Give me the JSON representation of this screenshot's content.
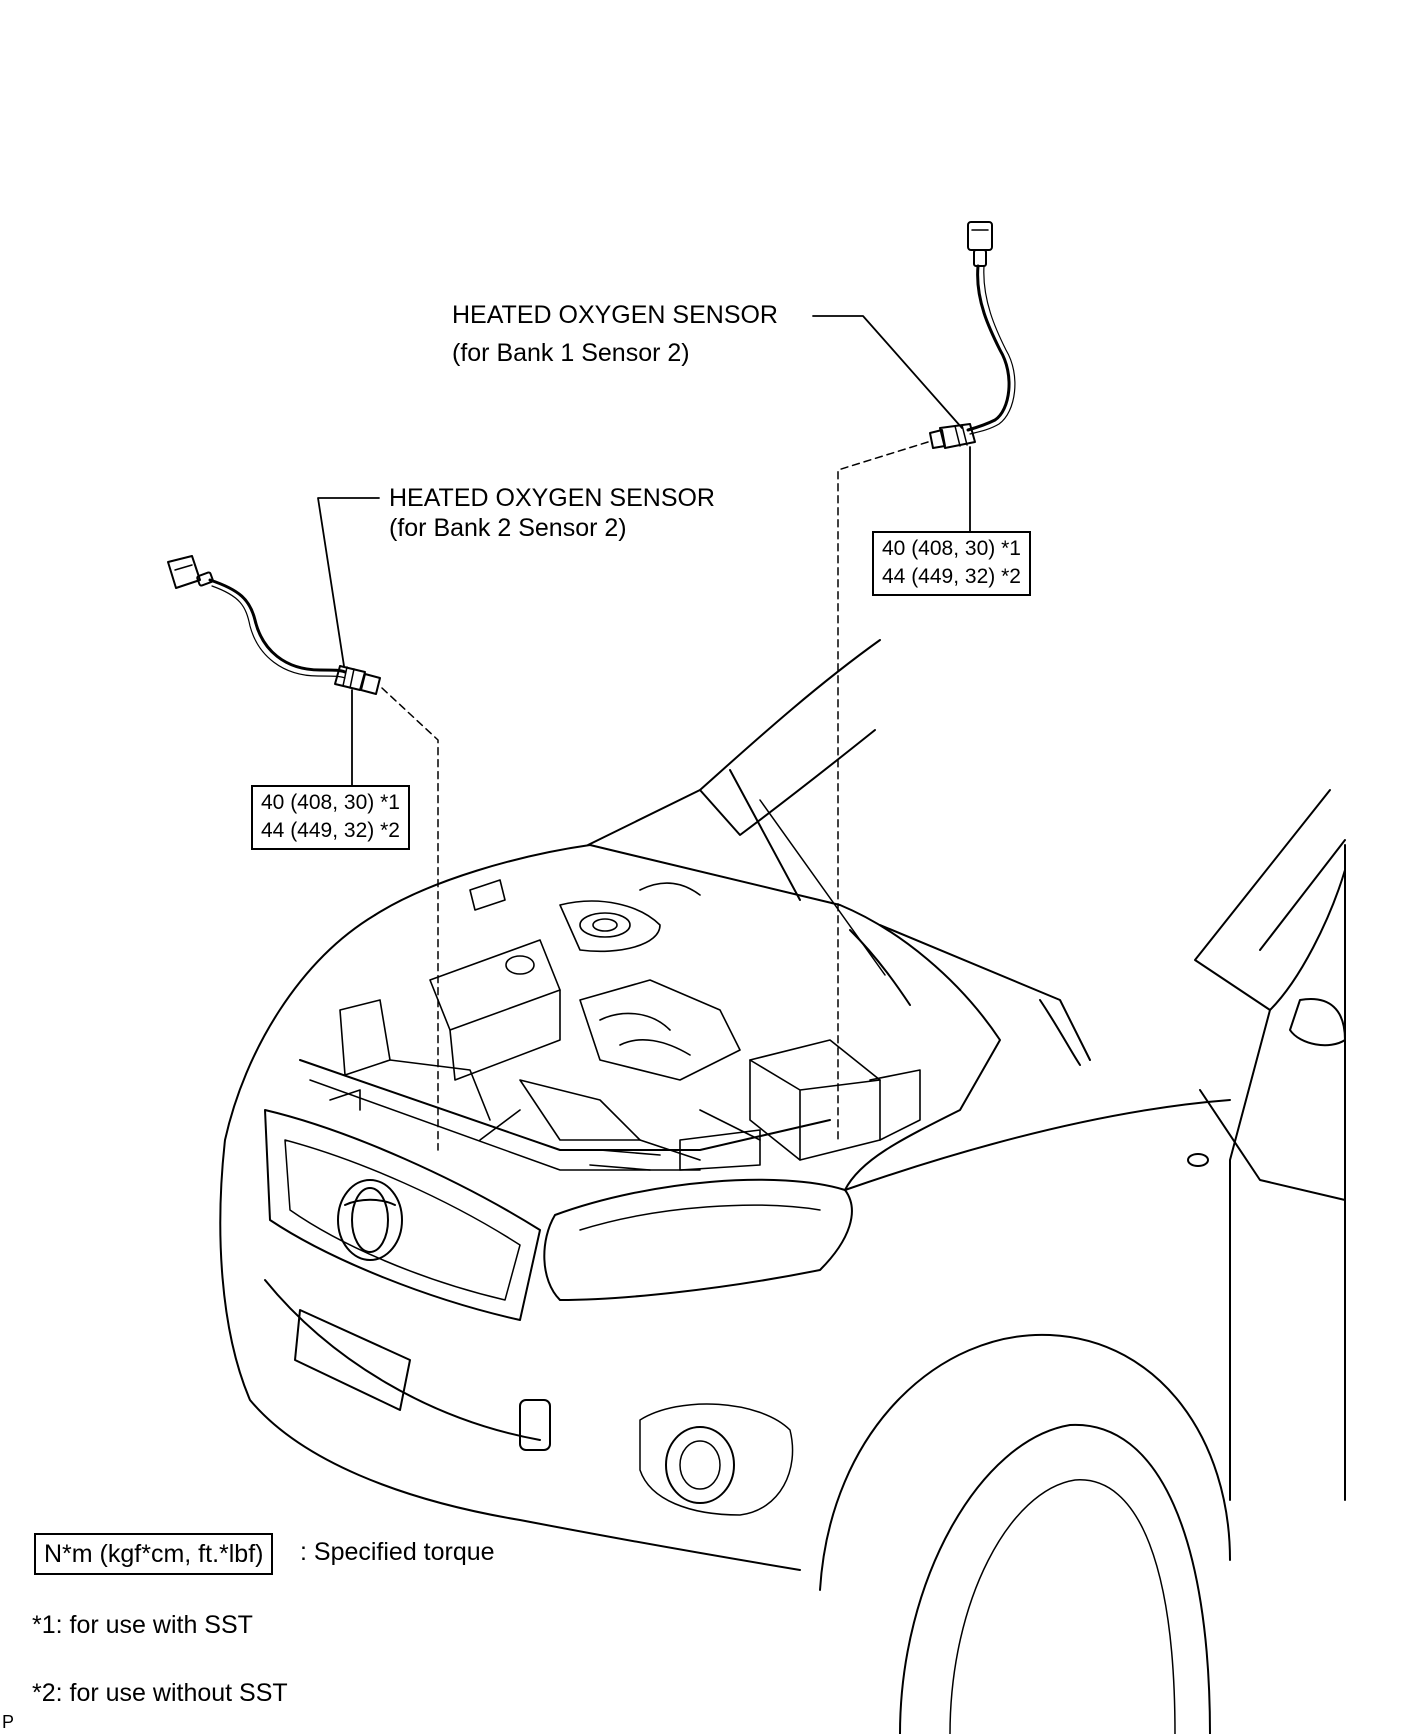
{
  "callouts": {
    "sensor_bank1": {
      "name": "HEATED OXYGEN SENSOR",
      "location": "(for Bank 1 Sensor 2)",
      "torque_line1": "40 (408, 30) *1",
      "torque_line2": "44 (449, 32) *2"
    },
    "sensor_bank2": {
      "name": "HEATED OXYGEN SENSOR",
      "location": "(for Bank 2 Sensor 2)",
      "torque_line1": "40 (408, 30) *1",
      "torque_line2": "44 (449, 32) *2"
    }
  },
  "legend": {
    "unit_box": "N*m (kgf*cm, ft.*lbf)",
    "unit_desc": ": Specified torque"
  },
  "notes": {
    "note1": "*1: for use with SST",
    "note2": "*2: for use without SST"
  },
  "corner_mark": "P"
}
